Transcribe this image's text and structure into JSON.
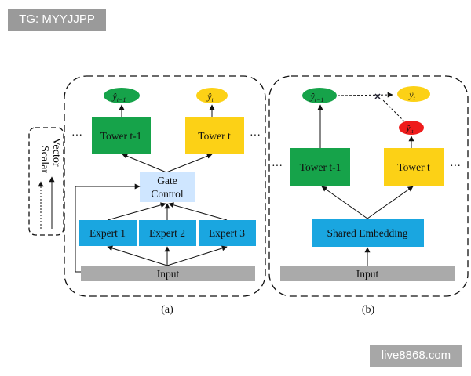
{
  "watermarks": {
    "top": "TG: MYYJJPP",
    "bottom": "live8868.com"
  },
  "legend": {
    "scalar": "Scalar",
    "vector": "Vector"
  },
  "panel_a": {
    "caption": "(a)",
    "ellipsis": "···",
    "output_prev": {
      "base": "ŷ",
      "sub": "t−1"
    },
    "output_curr": {
      "base": "ŷ",
      "sub": "t"
    },
    "tower_prev": "Tower t-1",
    "tower_curr": "Tower t",
    "gate_line1": "Gate",
    "gate_line2": "Control",
    "experts": [
      "Expert 1",
      "Expert 2",
      "Expert 3"
    ],
    "input": "Input"
  },
  "panel_b": {
    "caption": "(b)",
    "ellipsis": "···",
    "output_prev": {
      "base": "ŷ",
      "sub": "t−1"
    },
    "output_curr": {
      "base": "ŷ",
      "sub": "t"
    },
    "output_int": {
      "base": "ŷ",
      "sub": "tt"
    },
    "cross": "✕",
    "tower_prev": "Tower t-1",
    "tower_curr": "Tower t",
    "shared_embedding": "Shared Embedding",
    "input": "Input"
  },
  "colors": {
    "green": "#16a34a",
    "yellow": "#fcd116",
    "blue": "#1aa6e0",
    "gate": "#cfe6ff",
    "input_gray": "#aaaaaa",
    "red": "#ee1c1c"
  }
}
